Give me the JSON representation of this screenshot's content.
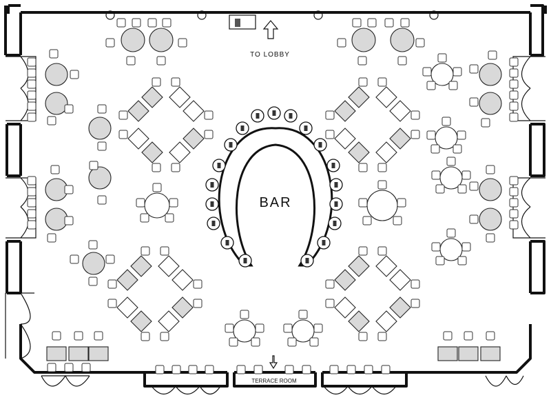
{
  "floorplan": {
    "bar_label": "BAR",
    "lobby_label": "TO LOBBY",
    "terrace_label": "TERRACE ROOM"
  },
  "colors": {
    "wall": "#111111",
    "table_fill": "#d9d9d9",
    "background": "#ffffff"
  },
  "icons": {
    "lobby_arrow": "arrow-up-icon",
    "terrace_arrow": "arrow-down-icon",
    "podium": "podium-icon"
  }
}
